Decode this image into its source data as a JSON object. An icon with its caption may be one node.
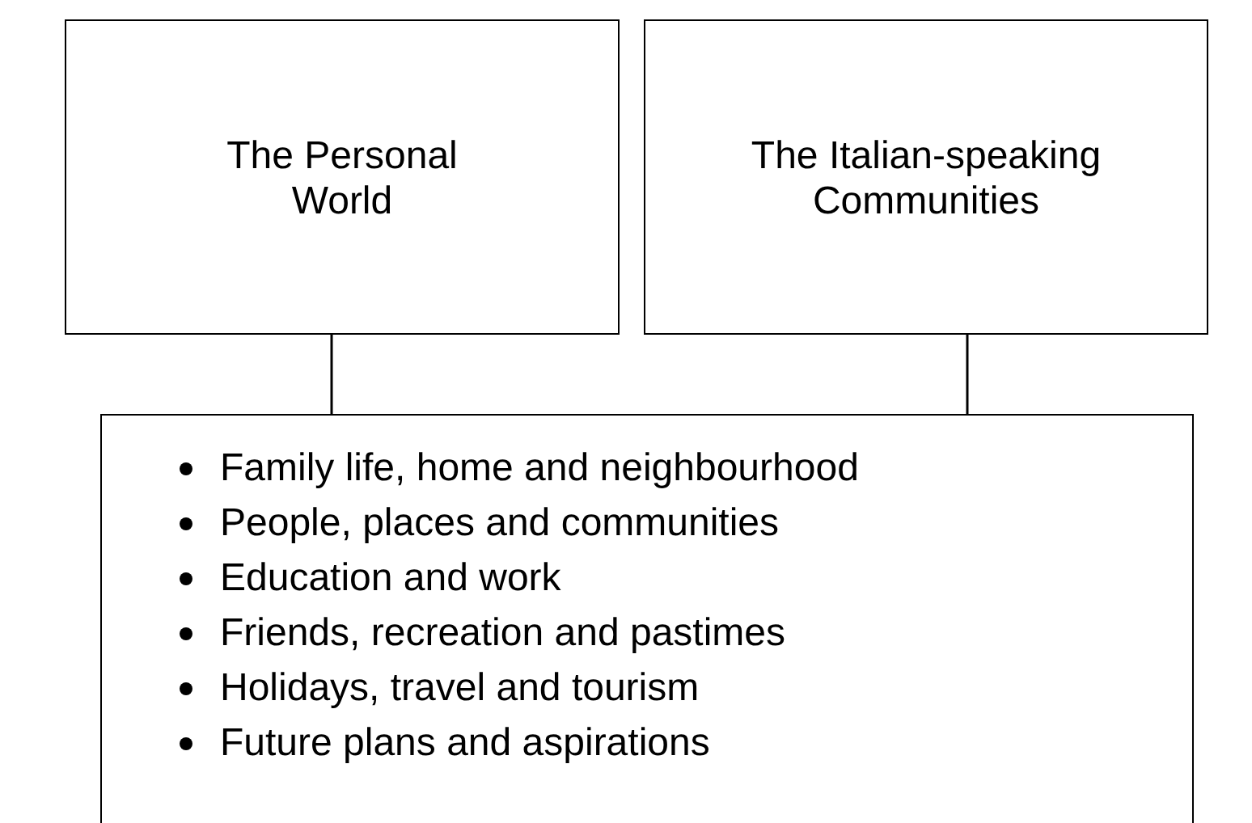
{
  "diagram": {
    "nodes": [
      {
        "text": [
          "The Personal World"
        ]
      },
      {
        "text": [
          "The Italian-speaking Communities"
        ]
      },
      {
        "text": [
          "Family life, home and neighbourhood",
          "People, places and communities",
          "Education and work",
          "Friends, recreation and pastimes",
          "Holidays, travel and tourism",
          "Future plans and aspirations"
        ]
      }
    ],
    "edges": [
      {
        "from": 0,
        "to": 2,
        "arrow": "none"
      },
      {
        "from": 1,
        "to": 2,
        "arrow": "none"
      }
    ]
  }
}
